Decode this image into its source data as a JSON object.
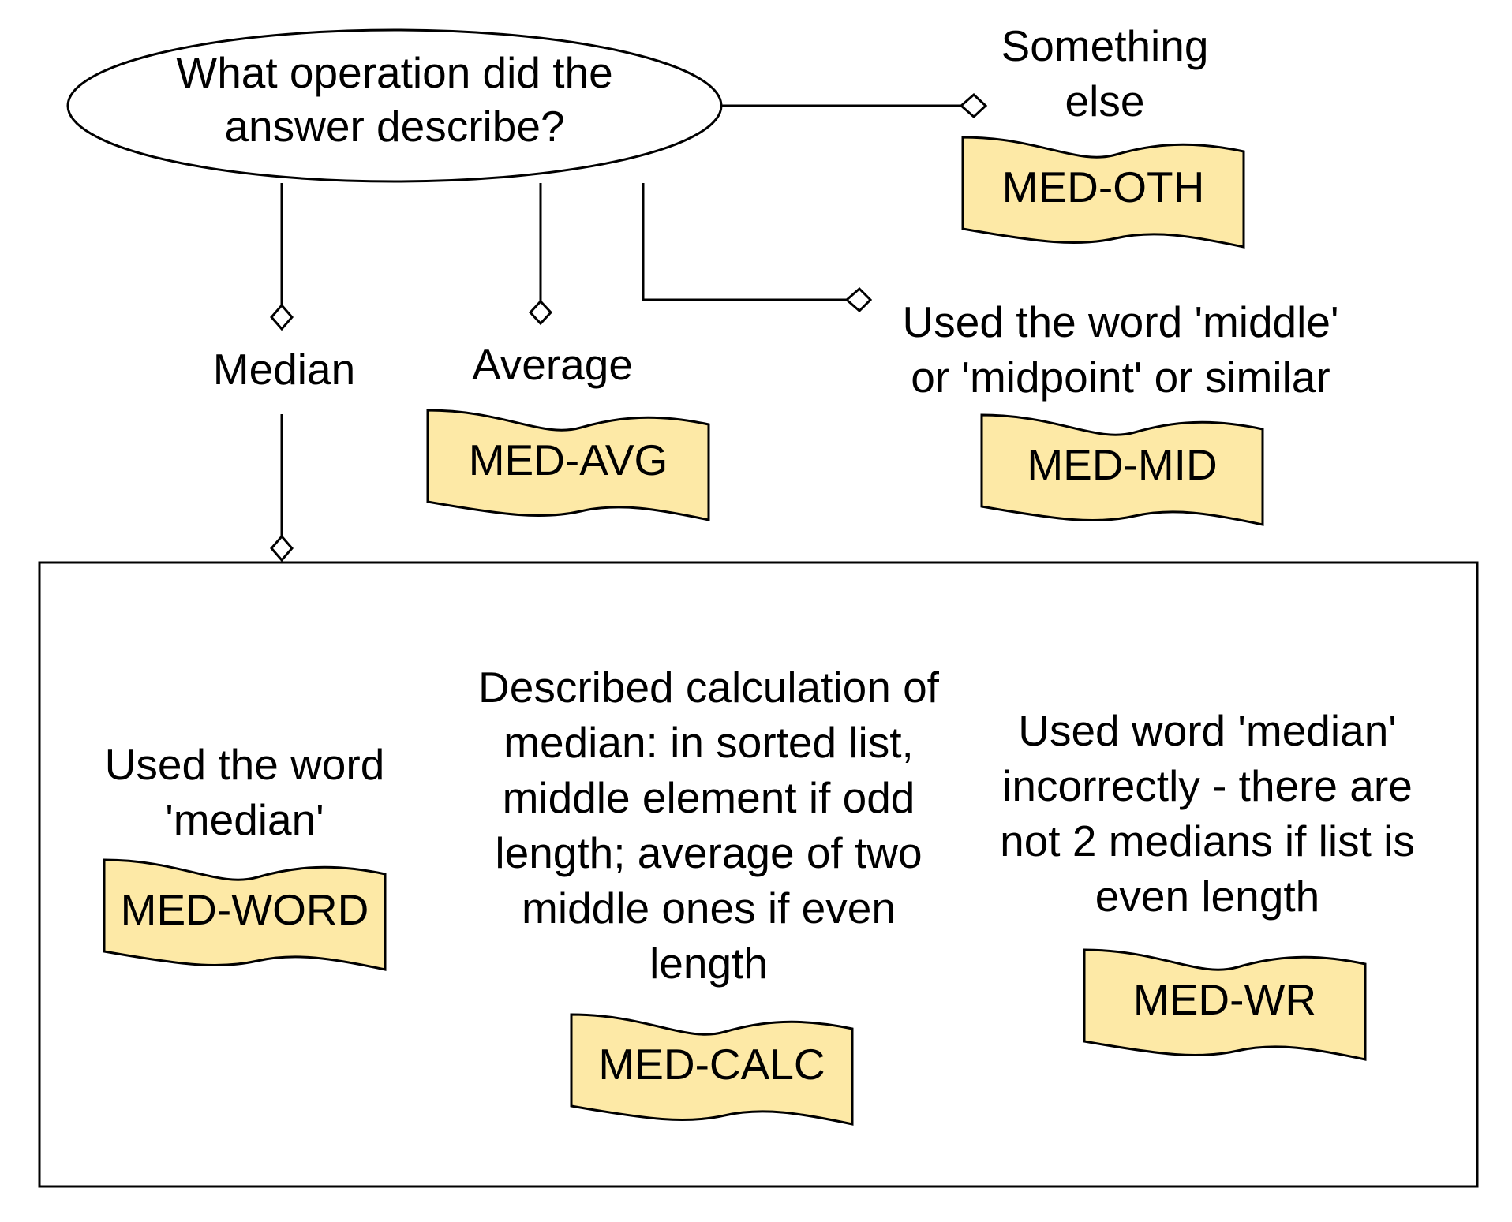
{
  "diagram": {
    "question": [
      "What operation did the",
      "answer describe?"
    ],
    "branches": {
      "median": {
        "label": [
          "Median"
        ]
      },
      "average": {
        "label": [
          "Average"
        ],
        "code": "MED-AVG"
      },
      "middle": {
        "label": [
          "Used the word 'middle'",
          "or 'midpoint' or similar"
        ],
        "code": "MED-MID"
      },
      "other": {
        "label": [
          "Something",
          "else"
        ],
        "code": "MED-OTH"
      }
    },
    "median_group": {
      "word": {
        "label": [
          "Used the word",
          "'median'"
        ],
        "code": "MED-WORD"
      },
      "calc": {
        "label": [
          "Described calculation of",
          "median: in sorted list,",
          "middle element if odd",
          "length; average of two",
          "middle ones if even",
          "length"
        ],
        "code": "MED-CALC"
      },
      "wrong": {
        "label": [
          "Used word 'median'",
          "incorrectly - there are",
          "not 2 medians if list is",
          "even length"
        ],
        "code": "MED-WR"
      }
    }
  },
  "colors": {
    "tag_fill": "#FDE9A6",
    "stroke": "#000000",
    "background": "#FFFFFF"
  }
}
